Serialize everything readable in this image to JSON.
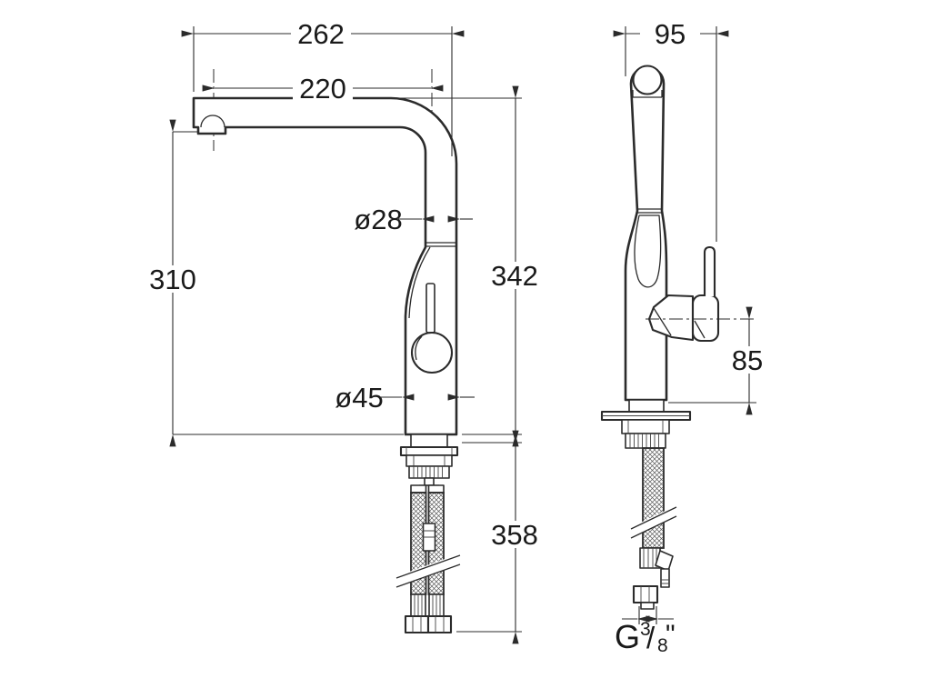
{
  "side_view": {
    "overall_reach": "262",
    "reach_to_axis": "220",
    "spout_height": "310",
    "spout_diameter": "ø28",
    "body_height": "342",
    "body_diameter": "ø45",
    "hose_length": "358"
  },
  "front_view": {
    "depth": "95",
    "handle_height": "85",
    "thread_prefix": "G",
    "thread_numerator": "3",
    "thread_slash": "/",
    "thread_denominator": "8",
    "thread_unit": "\""
  },
  "colors": {
    "line": "#2b2b2b",
    "text": "#1a1a1a",
    "background": "#ffffff"
  }
}
